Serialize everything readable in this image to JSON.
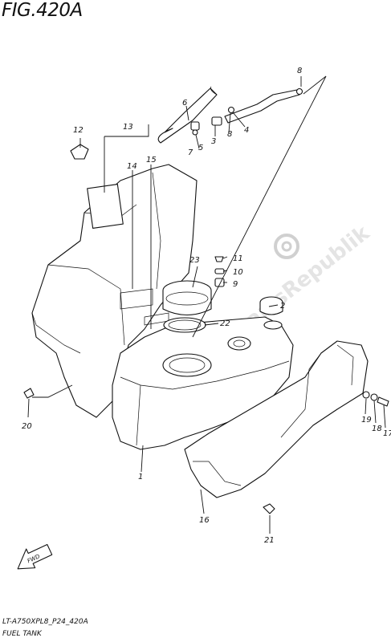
{
  "figure": {
    "title": "FIG.420A",
    "code": "LT-A750XPL8_P24_420A",
    "caption": "FUEL TANK",
    "watermark": "PartsRepublik",
    "direction_label": "FWD"
  },
  "callouts": [
    {
      "id": "p1",
      "text": "1"
    },
    {
      "id": "p2",
      "text": "2"
    },
    {
      "id": "p3",
      "text": "3"
    },
    {
      "id": "p4",
      "text": "4"
    },
    {
      "id": "p5",
      "text": "5"
    },
    {
      "id": "p6",
      "text": "6"
    },
    {
      "id": "p7",
      "text": "7"
    },
    {
      "id": "p8a",
      "text": "8"
    },
    {
      "id": "p8b",
      "text": "8"
    },
    {
      "id": "p9",
      "text": "9"
    },
    {
      "id": "p10",
      "text": "10"
    },
    {
      "id": "p11",
      "text": "11"
    },
    {
      "id": "p12",
      "text": "12"
    },
    {
      "id": "p13",
      "text": "13"
    },
    {
      "id": "p14",
      "text": "14"
    },
    {
      "id": "p15",
      "text": "15"
    },
    {
      "id": "p16",
      "text": "16"
    },
    {
      "id": "p17",
      "text": "17"
    },
    {
      "id": "p18",
      "text": "18"
    },
    {
      "id": "p19",
      "text": "19"
    },
    {
      "id": "p20",
      "text": "20"
    },
    {
      "id": "p21",
      "text": "21"
    },
    {
      "id": "p22",
      "text": "22"
    },
    {
      "id": "p23",
      "text": "23"
    }
  ]
}
